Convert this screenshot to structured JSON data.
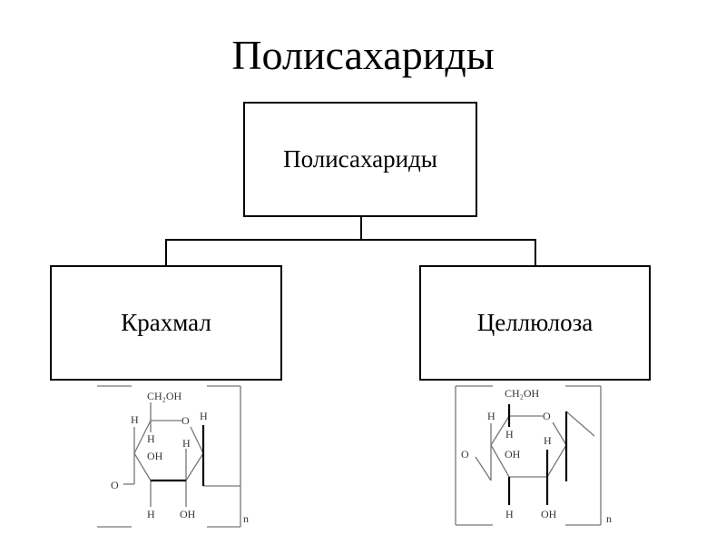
{
  "title": "Полисахариды",
  "diagram": {
    "root": "Полисахариды",
    "children": [
      "Крахмал",
      "Целлюлоза"
    ]
  },
  "starch_formula": {
    "ch2oh": "CH₂OH",
    "ring_o": "O",
    "h": "H",
    "oh": "OH",
    "bridge_o": "O",
    "n": "n"
  },
  "cellulose_formula": {
    "ch2oh": "CH₂OH",
    "ring_o": "O",
    "h": "H",
    "oh": "OH",
    "bridge_o": "O",
    "n": "n"
  }
}
